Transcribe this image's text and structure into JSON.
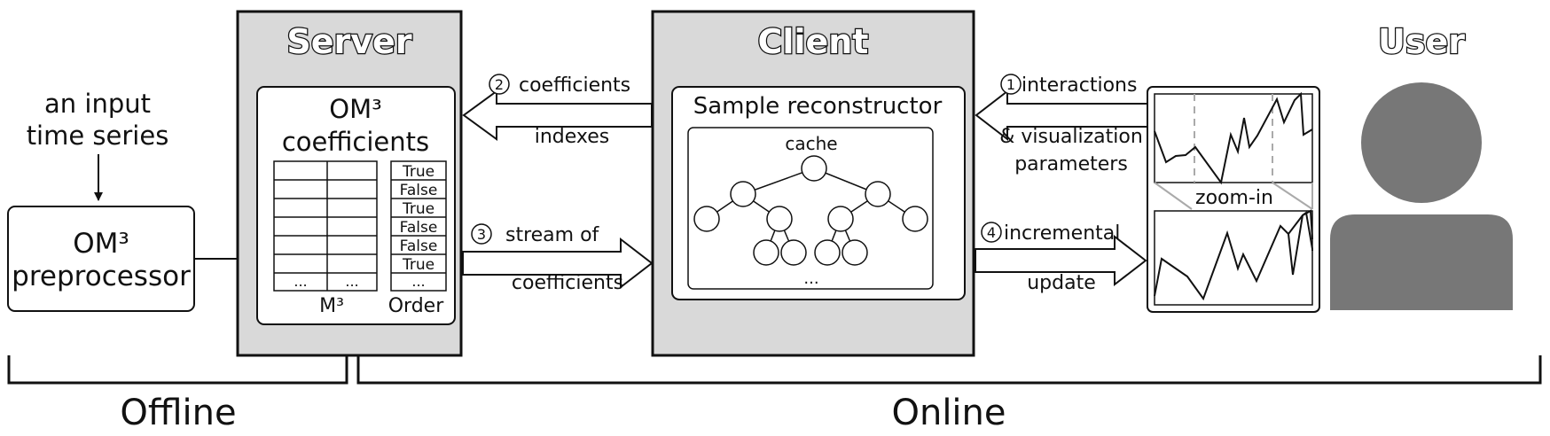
{
  "input_label_1": "an input",
  "input_label_2": "time series",
  "preprocessor_1": "OM³",
  "preprocessor_2": "preprocessor",
  "server_title": "Server",
  "coeff_title_1": "OM³",
  "coeff_title_2": "coefficients",
  "m3_label": "M³",
  "order_label": "Order",
  "ellipsis": "...",
  "order_values": [
    "True",
    "False",
    "True",
    "False",
    "False",
    "True",
    "..."
  ],
  "client_title": "Client",
  "reconstructor_title": "Sample reconstructor",
  "cache_label": "cache",
  "cache_ellipsis": "...",
  "user_title": "User",
  "zoom_label": "zoom-in",
  "flow": {
    "step2_num": "2",
    "step2_top": "coefficients",
    "step2_bottom": "indexes",
    "step3_num": "3",
    "step3_top": "stream of",
    "step3_bottom": "coefficients",
    "step1_num": "1",
    "step1_top": "interactions",
    "step1_mid": "& visualization",
    "step1_bottom": "parameters",
    "step4_num": "4",
    "step4_top": "incremental",
    "step4_bottom": "update"
  },
  "offline_label": "Offline",
  "online_label": "Online"
}
